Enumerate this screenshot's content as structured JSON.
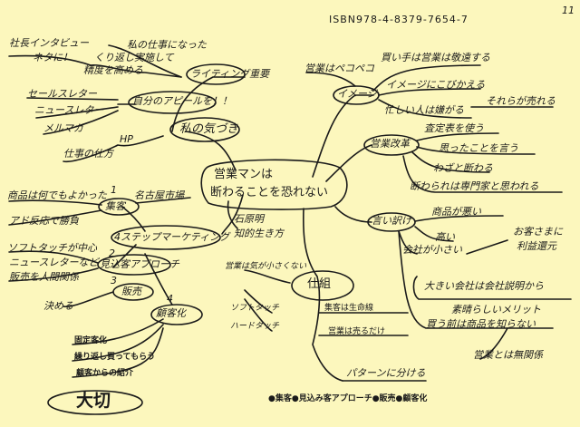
{
  "header": {
    "isbn": "ISBN978-4-8379-7654-7",
    "page_number": "11"
  },
  "center": {
    "main_topic": "仕組",
    "core_statement_line1": "営業マンは",
    "core_statement_line2": "断わることを恐れない"
  },
  "left_upper": {
    "interview_line1": "社長インタビュー",
    "interview_line2": "ネタに！",
    "my_work": "私の仕事になった",
    "repeat_line1": "くり返し実施して",
    "repeat_line2": "精度を高める",
    "writing": "ライティング重要",
    "appeal": "自分のアピールを！！",
    "sales_letter": "セールスレター",
    "newsletter": "ニュースレター",
    "mail_magazine": "メルマガ",
    "hp": "HP",
    "work_method": "仕事の仕方",
    "my_awareness": "私の気づき"
  },
  "left_middle": {
    "products": "商品は何でもよかった",
    "customer_attraction": "集客",
    "nagoya": "名古屋市場",
    "ad_response": "アド反応で勝負",
    "four_steps": "4ステップマーケティング",
    "ishihara_line1": "石原明",
    "ishihara_line2": "知的生き方",
    "soft_touch_line1": "ソフトタッチが中心",
    "soft_touch_line2": "ニュースレターなど",
    "relationship": "販売を人間関係",
    "prospect_approach": "見込客アプローチ",
    "sales": "販売",
    "number_1": "1",
    "number_2": "2",
    "number_3": "3",
    "number_4": "4",
    "decide": "決める",
    "customer_retention": "顧客化"
  },
  "left_lower": {
    "fixed_customer": "固定客化",
    "repeat_purchase": "繰り返し買ってもらう",
    "referral": "顧客からの紹介",
    "important": "大切"
  },
  "right_upper": {
    "sales_pekopeko": "営業はペコペコ",
    "buyer_side": "買い手は営業は敬遠する",
    "image": "イメージ",
    "image_changed": "イメージにこびかえる",
    "busy_people": "忙しい人は嫌がる",
    "delivered": "それらが売れる",
    "sales_reform": "営業改革",
    "use_questionnaire": "査定表を使う",
    "think": "思ったことを言う",
    "rejected": "わざと断わる",
    "expert": "断わられは専門家と思われる"
  },
  "right_lower": {
    "excuse": "言い訳け",
    "product_bad": "商品が悪い",
    "expensive": "高い",
    "company_small": "会社が小さい",
    "customer_profit_line1": "お客さまに",
    "customer_profit_line2": "利益還元",
    "big_company_line": "大きい会社は会社説明から",
    "fast_merit": "素晴らしいメリット",
    "customer_unknown": "買う前は商品を知らない",
    "sales_unrelated": "営業とは無関係"
  },
  "center_lower": {
    "not_kind": "営業は気が小さくない",
    "soft_touch": "ソフトタッチ",
    "hard_touch": "ハードタッチ",
    "lifeline": "集客は生命線",
    "sales_only": "営業は売るだけ",
    "pattern": "パターンに分ける"
  },
  "footer": {
    "summary": "●集客●見込み客アプローチ●販売●顧客化"
  }
}
